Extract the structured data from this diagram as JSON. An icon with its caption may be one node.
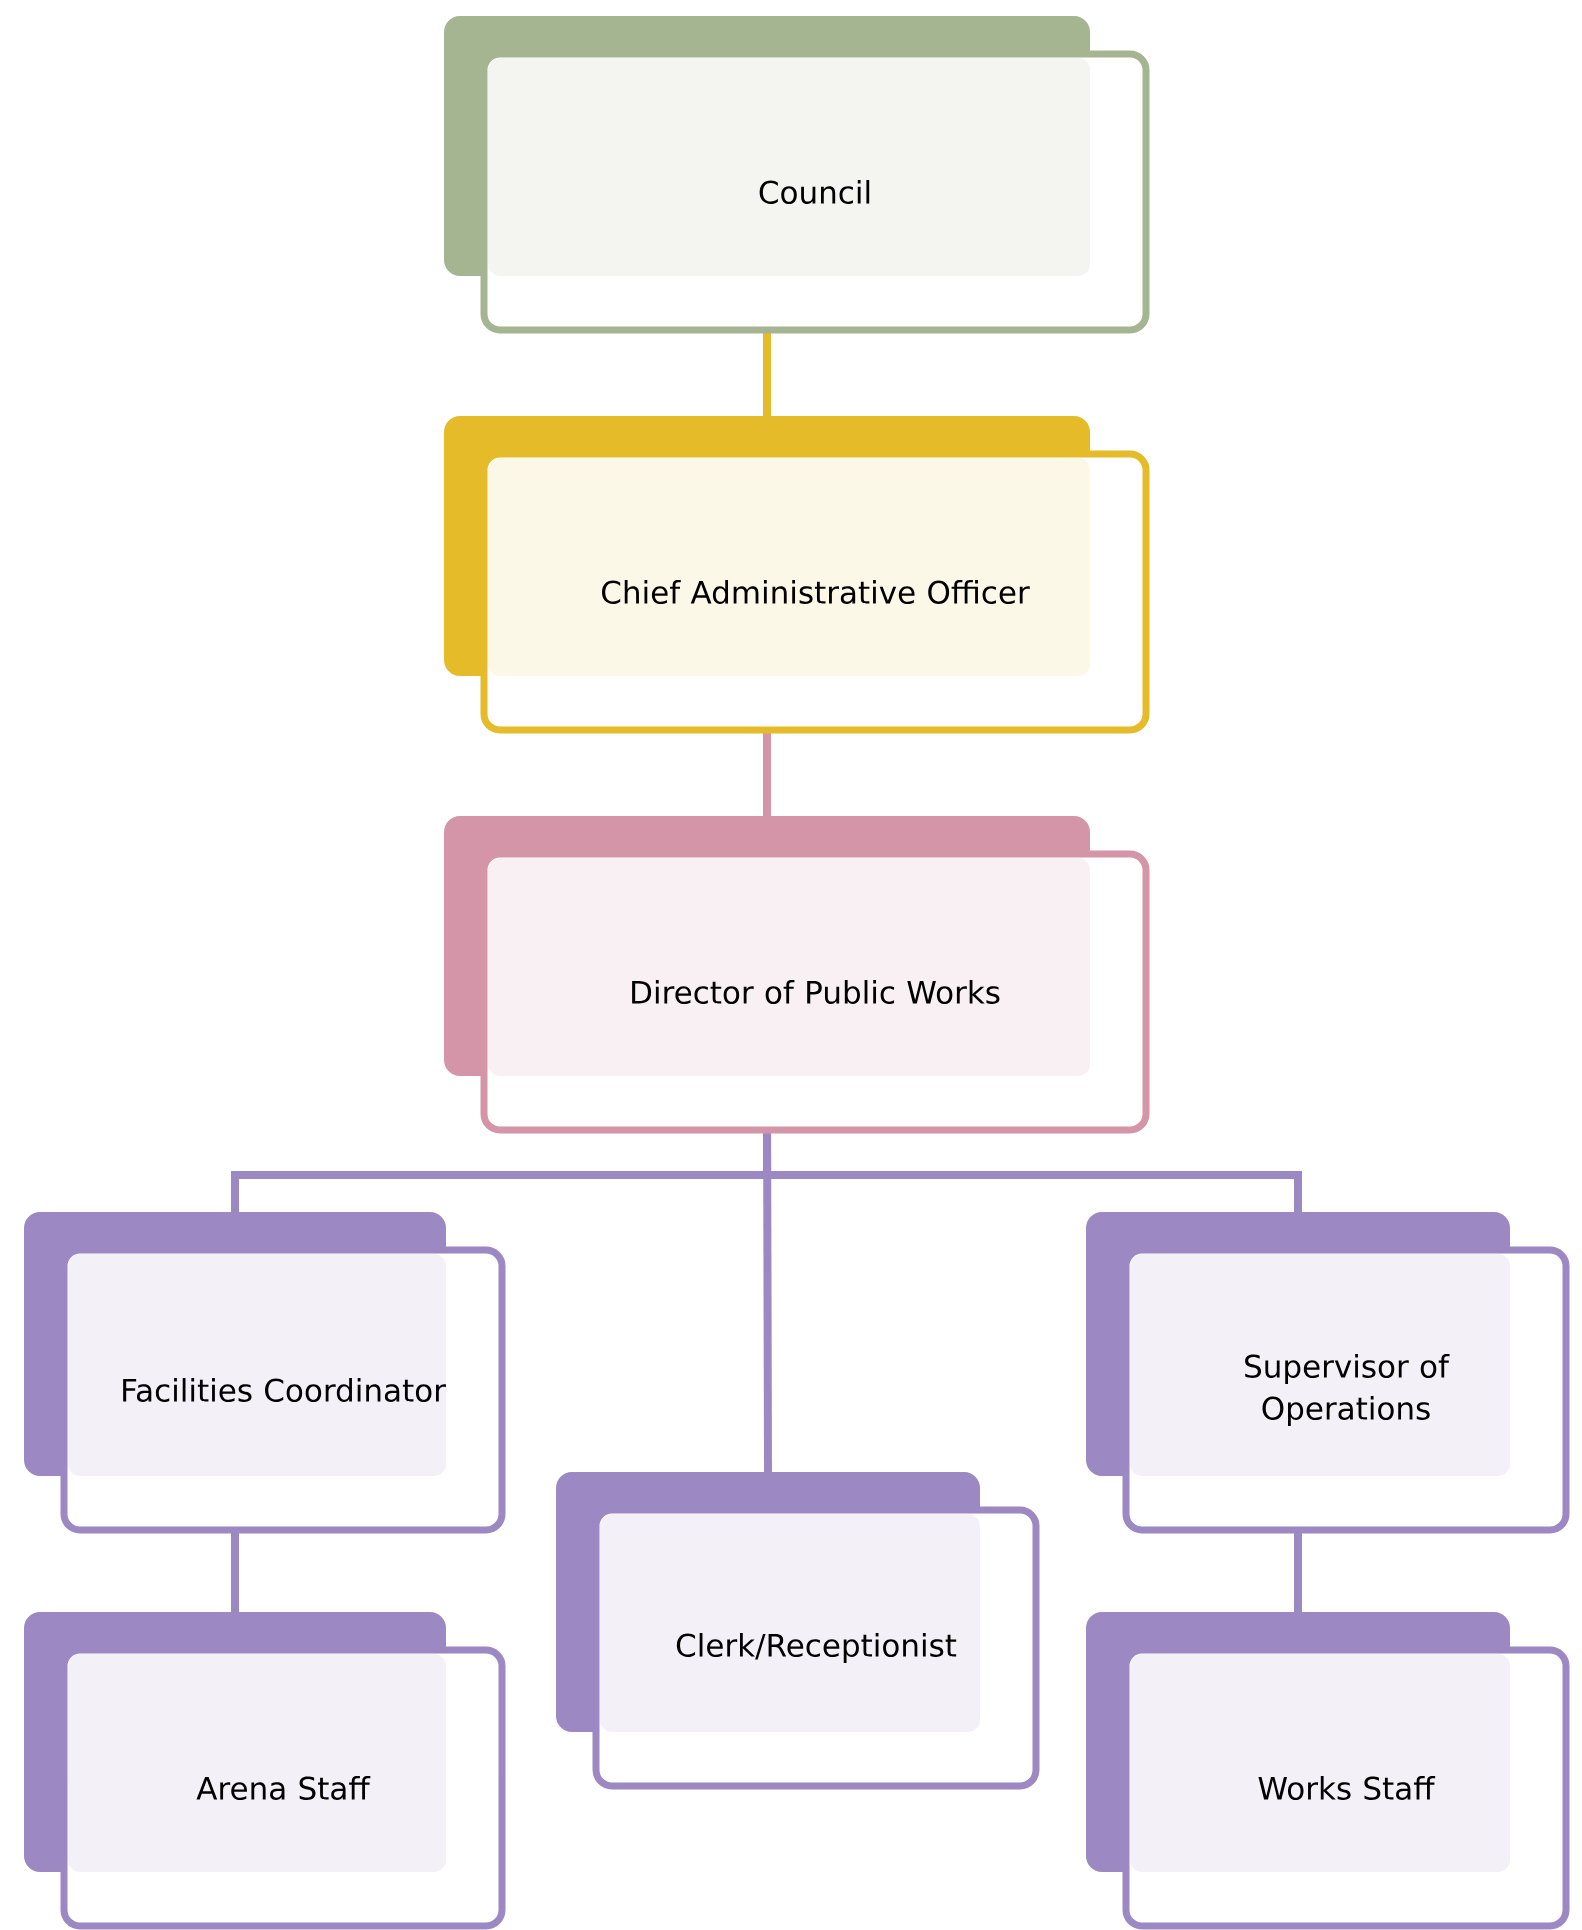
{
  "diagram": {
    "nodes": [
      {
        "text": [
          "Council"
        ]
      },
      {
        "text": [
          "Chief Administrative Officer"
        ]
      },
      {
        "text": [
          "Director of Public Works"
        ]
      },
      {
        "text": [
          "Facilities Coordinator"
        ]
      },
      {
        "text": [
          "Clerk/Receptionist"
        ]
      },
      {
        "text": [
          "Supervisor of Operations"
        ]
      },
      {
        "text": [
          "Arena Staff"
        ]
      },
      {
        "text": [
          "Works Staff"
        ]
      }
    ],
    "edges": [
      {
        "from": 0,
        "to": 1,
        "arrow": "none",
        "color": "#e6bb2a"
      },
      {
        "from": 1,
        "to": 2,
        "arrow": "none",
        "color": "#d495a8"
      },
      {
        "from": 2,
        "to": 3,
        "arrow": "none"
      },
      {
        "from": 2,
        "to": 4,
        "arrow": "none"
      },
      {
        "from": 2,
        "to": 5,
        "arrow": "none"
      },
      {
        "from": 3,
        "to": 6,
        "arrow": "none"
      },
      {
        "from": 5,
        "to": 7,
        "arrow": "none"
      }
    ]
  }
}
